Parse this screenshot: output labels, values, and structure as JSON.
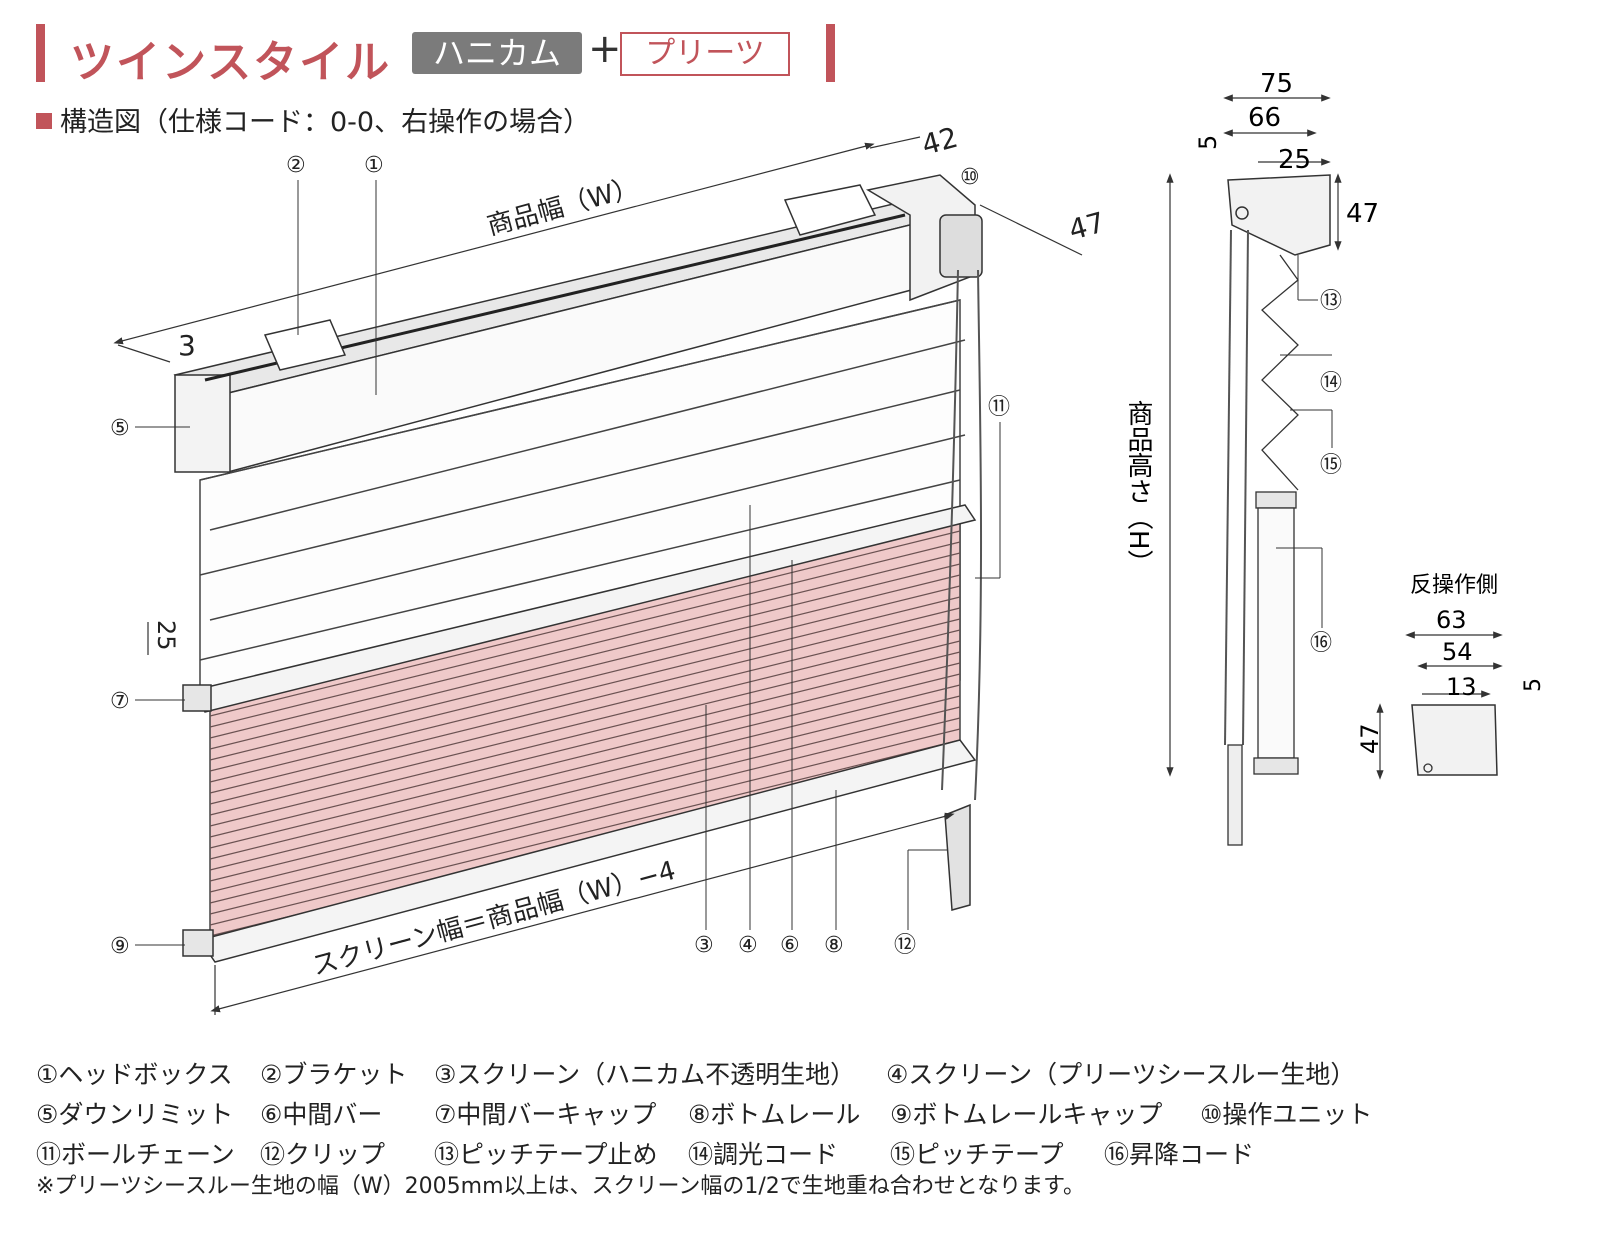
{
  "header": {
    "title": "ツインスタイル",
    "badge_honeycomb": "ハニカム",
    "plus": "+",
    "badge_pleats": "プリーツ",
    "subtitle": "構造図（仕様コード：0-0、右操作の場合）"
  },
  "dimensions": {
    "product_width": "商品幅（W）",
    "screen_width": "スクリーン幅＝商品幅（W）−4",
    "product_height": "商品高さ（H）",
    "d42": "42",
    "d47": "47",
    "d3": "3",
    "d25": "25",
    "side": {
      "d75": "75",
      "d66": "66",
      "d25": "25",
      "d5": "5",
      "d47": "47"
    },
    "reverse": {
      "label": "反操作側",
      "d63": "63",
      "d54": "54",
      "d13": "13",
      "d5": "5",
      "d47": "47"
    }
  },
  "callouts": [
    "①",
    "②",
    "③",
    "④",
    "⑤",
    "⑥",
    "⑦",
    "⑧",
    "⑨",
    "⑩",
    "⑪",
    "⑫",
    "⑬",
    "⑭",
    "⑮",
    "⑯"
  ],
  "legend": [
    [
      "①ヘッドボックス",
      "②ブラケット",
      "③スクリーン（ハニカム不透明生地）",
      "④スクリーン（プリーツシースルー生地）"
    ],
    [
      "⑤ダウンリミット",
      "⑥中間バー",
      "⑦中間バーキャップ",
      "⑧ボトムレール",
      "⑨ボトムレールキャップ",
      "⑩操作ユニット"
    ],
    [
      "⑪ボールチェーン",
      "⑫クリップ",
      "⑬ピッチテープ止め",
      "⑭調光コード",
      "⑮ピッチテープ",
      "⑯昇降コード"
    ]
  ],
  "note": "※プリーツシースルー生地の幅（W）2005mm以上は、スクリーン幅の1/2で生地重ね合わせとなります。",
  "colors": {
    "accent": "#c1545a",
    "honeycomb": "#efc9c9",
    "badge_gray": "#7b7b7b"
  }
}
